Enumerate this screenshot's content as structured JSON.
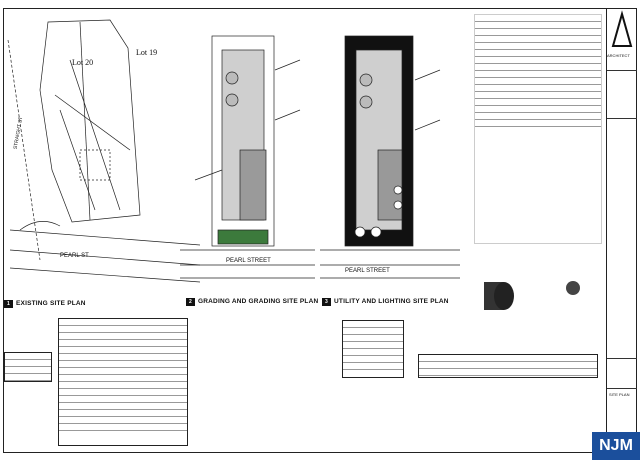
{
  "plans": {
    "existing": {
      "num": "1",
      "title": "EXISTING SITE PLAN"
    },
    "grading": {
      "num": "2",
      "title": "GRADING AND GRADING SITE PLAN"
    },
    "utility": {
      "num": "3",
      "title": "UTILITY AND LIGHTING SITE PLAN"
    }
  },
  "labels": {
    "lot20": "Lot 20",
    "lot19": "Lot 19",
    "street_left": "STRAIGHT ST",
    "pearl_1": "PEARL ST",
    "pearl_2": "PEARL STREET",
    "pearl_3": "PEARL STREET"
  },
  "title_block": {
    "firm": "ARCHITECT",
    "sheet_label": "SITE PLAN"
  },
  "watermark": "NJM"
}
